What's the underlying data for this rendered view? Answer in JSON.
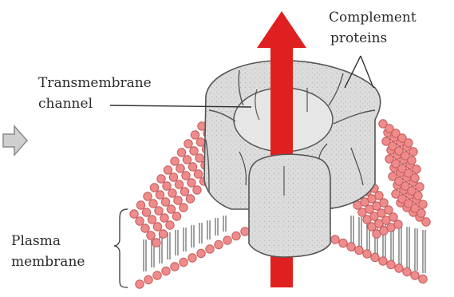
{
  "labels": {
    "complement_line1": "Complement",
    "complement_line2": "proteins",
    "channel_line1": "Transmembrane",
    "channel_line2": "channel",
    "membrane_line1": "Plasma",
    "membrane_line2": "membrane"
  },
  "colors": {
    "arrow": "#e02020",
    "lipid_head": "#f08b8b",
    "lipid_head_edge": "#c25a5a",
    "protein_fill": "#dcdcdc",
    "protein_edge": "#555555",
    "small_arrow": "#b5b5b5"
  },
  "icons": {
    "flow_arrow": "red-up-arrow",
    "small_arrow": "gray-right-arrow"
  }
}
